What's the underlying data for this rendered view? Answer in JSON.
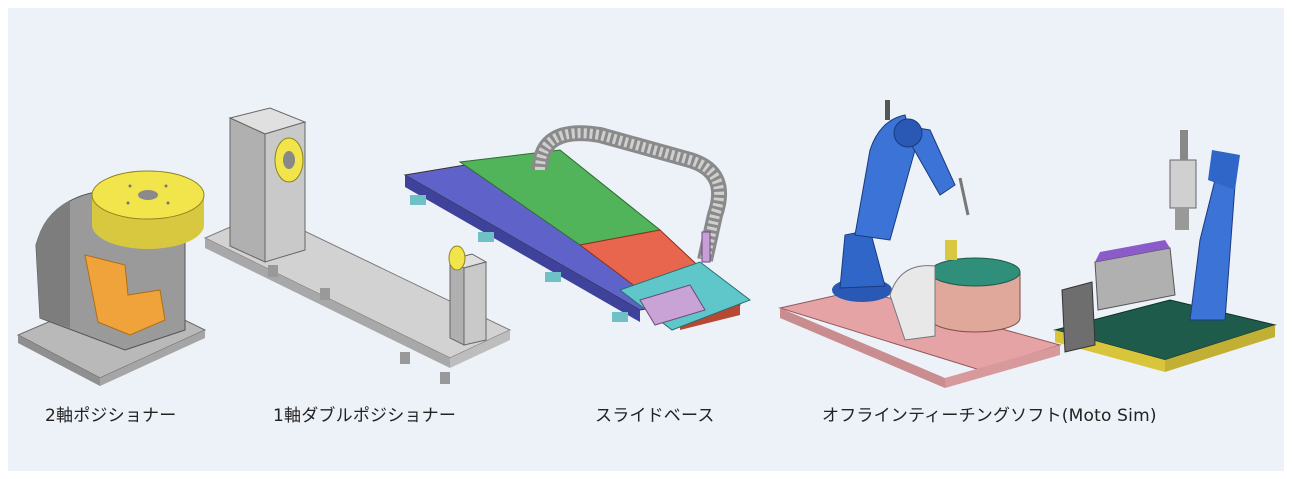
{
  "background_color": "#edf1f8",
  "products": [
    {
      "caption": "2軸ポジショナー",
      "illustration": "two-axis-positioner"
    },
    {
      "caption": "1軸ダブルポジショナー",
      "illustration": "single-axis-double-positioner"
    },
    {
      "caption": "スライドベース",
      "illustration": "slide-base"
    },
    {
      "caption": "オフラインティーチングソフト(Moto Sim)",
      "illustration": "offline-teaching-software-robots"
    }
  ]
}
